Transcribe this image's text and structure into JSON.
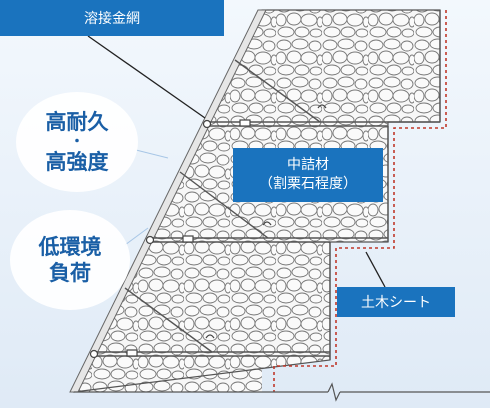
{
  "labels": {
    "wire_mesh": "溶接金網",
    "benefit_1_line1": "高耐久",
    "benefit_1_sep": "・",
    "benefit_1_line2": "高強度",
    "benefit_2_line1": "低環境",
    "benefit_2_line2": "負荷",
    "fill_material_line1": "中詰材",
    "fill_material_line2": "（割栗石程度）",
    "geotextile": "土木シート"
  },
  "colors": {
    "label_blue": "#1a73be",
    "bubble_text": "#1a5fa6",
    "sheet_dotted": "#c0392b",
    "outline": "#555555",
    "sky": "#e9f2fa"
  },
  "icons": {
    "stones": "cobblestone-pattern",
    "break_mark": "wavy-break-line"
  }
}
